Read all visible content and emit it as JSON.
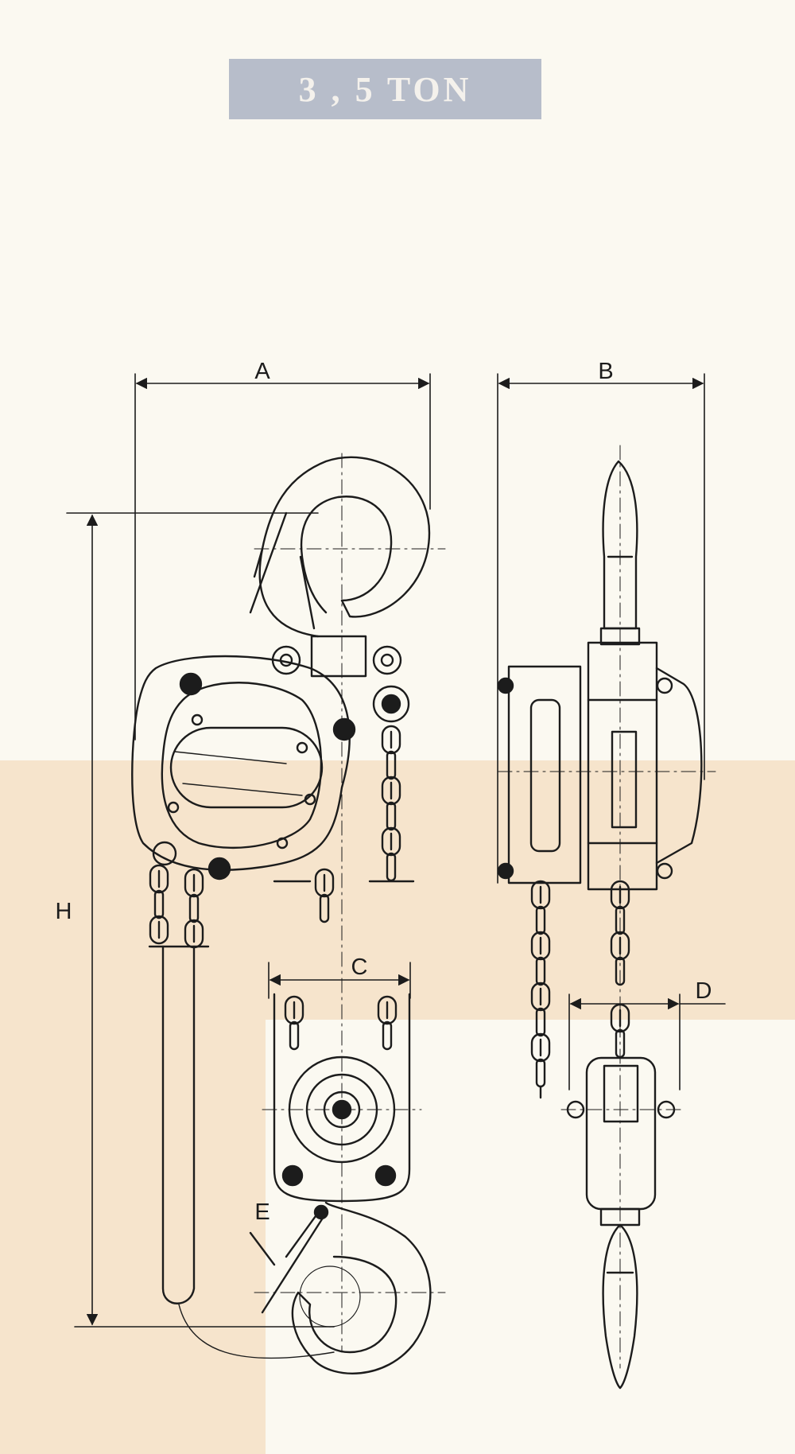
{
  "title": "3 , 5 TON",
  "dimension_labels": {
    "A": "A",
    "B": "B",
    "C": "C",
    "D": "D",
    "E": "E",
    "H": "H"
  },
  "colors": {
    "background": "#fbf9f1",
    "tint": "#f6e4cc",
    "banner": "#b7bdca",
    "ink": "#1c1c1c"
  }
}
